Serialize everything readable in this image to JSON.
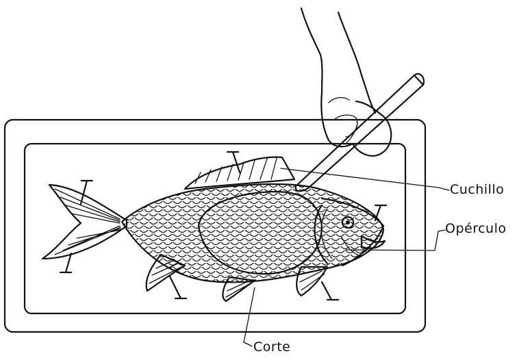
{
  "labels": {
    "knife": "Cuchillo",
    "operculum": "Opérculo",
    "cut": "Corte"
  },
  "colors": {
    "ink": "#111111",
    "background": "#ffffff"
  }
}
